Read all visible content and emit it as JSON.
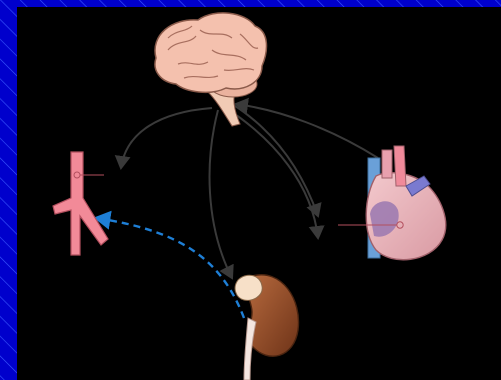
{
  "diagram": {
    "nodes": [
      {
        "id": "brain",
        "icon": "brain-icon"
      },
      {
        "id": "artery",
        "icon": "artery-icon"
      },
      {
        "id": "heart",
        "icon": "heart-icon"
      },
      {
        "id": "kidney",
        "icon": "kidney-icon"
      }
    ],
    "edges": [
      {
        "from": "brain",
        "to": "artery",
        "style": "solid",
        "color": "#3a3a3a"
      },
      {
        "from": "brain",
        "to": "kidney",
        "style": "solid",
        "color": "#3a3a3a"
      },
      {
        "from": "brain",
        "to": "center",
        "style": "solid",
        "color": "#3a3a3a"
      },
      {
        "from": "brain",
        "to": "heart",
        "style": "solid",
        "color": "#3a3a3a"
      },
      {
        "from": "heart",
        "to": "brain",
        "style": "solid",
        "color": "#3a3a3a"
      },
      {
        "from": "kidney",
        "to": "artery",
        "style": "dashed",
        "color": "#1e7fd6"
      }
    ]
  },
  "colors": {
    "frame": "#0000cc",
    "background": "#000000",
    "brain": "#f4c1ae",
    "artery": "#f28a98",
    "heart": "#e9b9bf",
    "kidney": "#8b4a2b",
    "dashed_arrow": "#1e7fd6"
  }
}
